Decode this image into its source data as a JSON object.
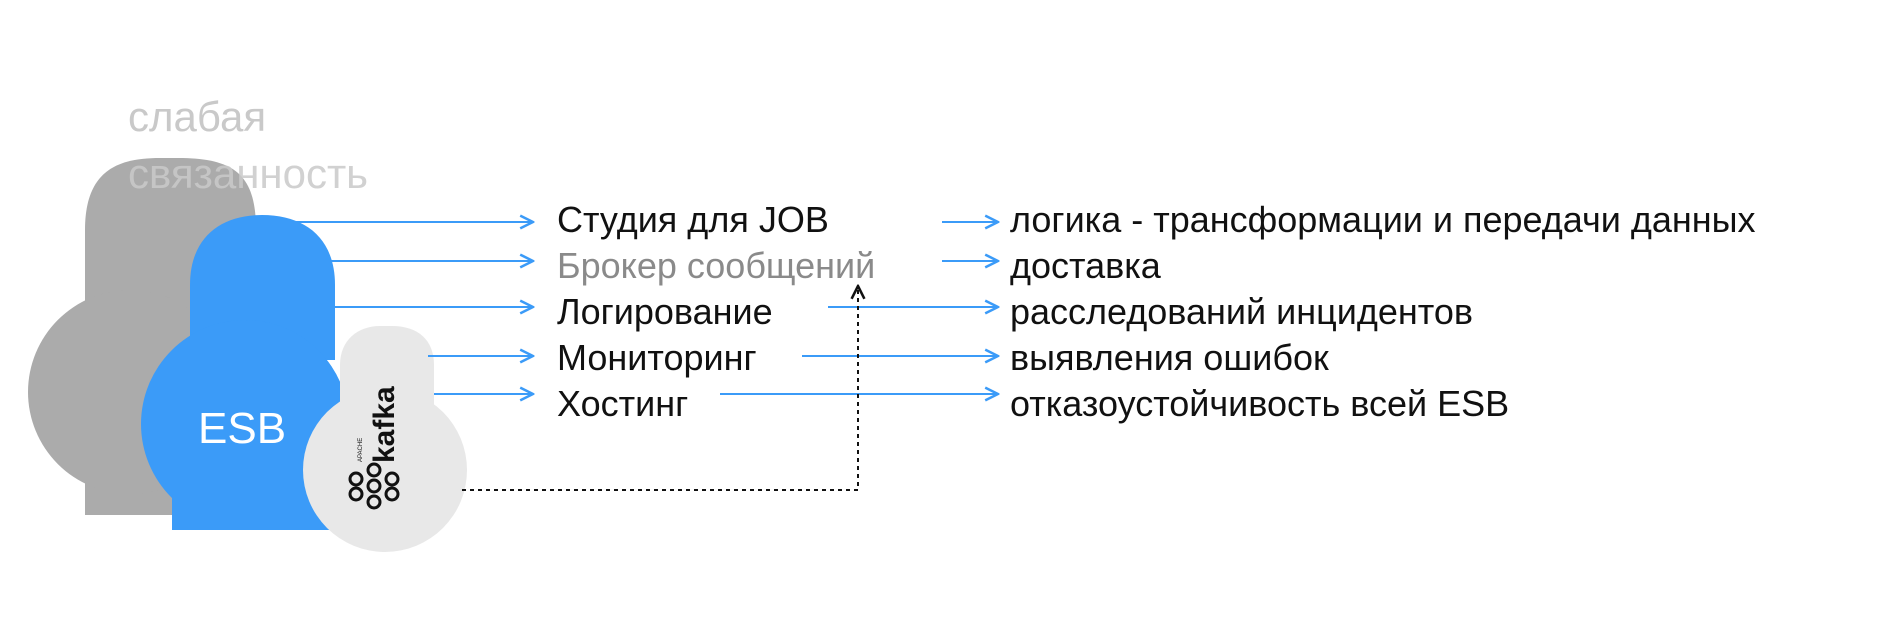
{
  "caption": {
    "line1": "слабая",
    "line2": "связанность"
  },
  "esb_label": "ESB",
  "kafka_logo": {
    "small_text": "APACHE",
    "word": "kafka"
  },
  "components": [
    "Студия для JOB",
    "Брокер сообщений",
    "Логирование",
    "Мониторинг",
    "Хостинг"
  ],
  "purposes": [
    "логика - трансформации и передачи данных",
    "доставка",
    "расследований инцидентов",
    "выявления ошибок",
    "отказоустойчивость всей ESB"
  ],
  "colors": {
    "gray_cloud": "#ababab",
    "esb_blue": "#3b9bf8",
    "kafka_cloud": "#e8e8e8",
    "arrow_blue": "#3b9bf8",
    "text_dark": "#111111",
    "text_muted": "#8a8a8a",
    "caption_gray": "#c9c9c9"
  }
}
